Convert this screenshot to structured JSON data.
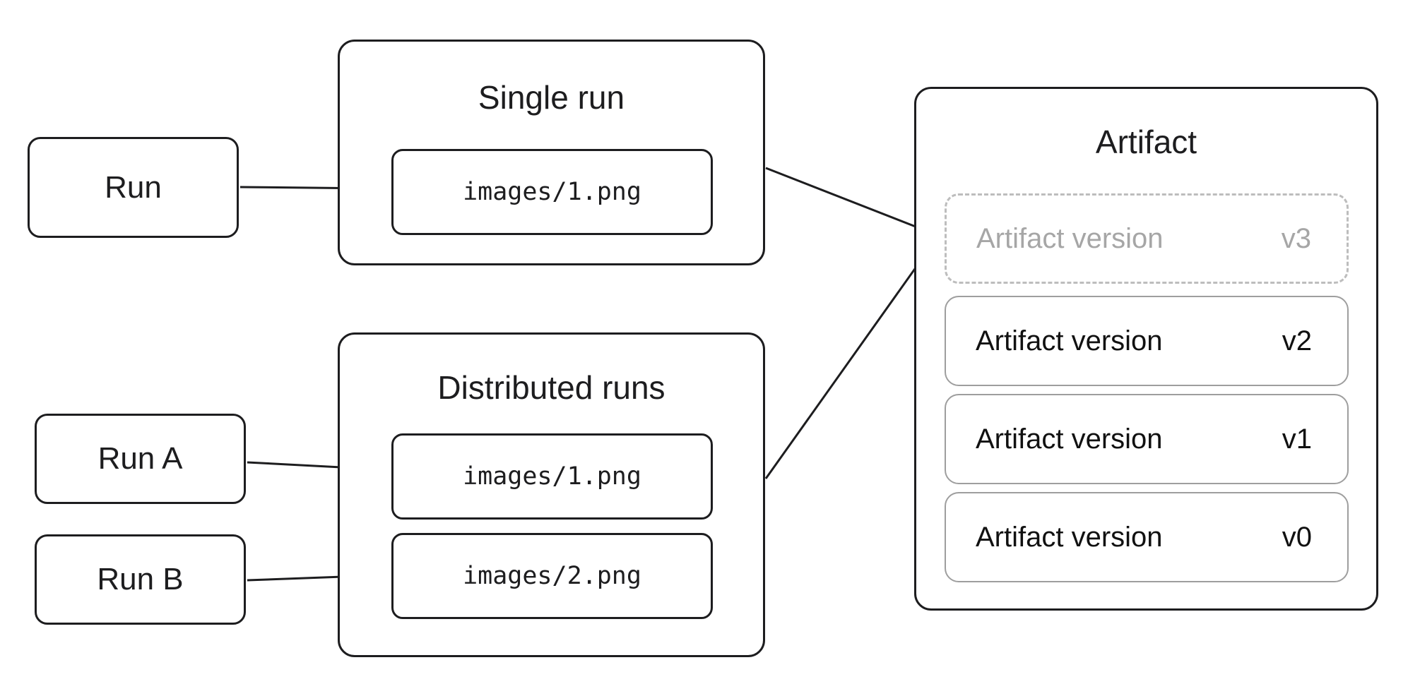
{
  "colors": {
    "ink": "#1d1d1f",
    "muted_text": "#a6a6a6",
    "version_border": "#9e9e9e",
    "pending_border": "#bdbdbd",
    "background": "#ffffff"
  },
  "runs": {
    "run": {
      "label": "Run"
    },
    "run_a": {
      "label": "Run A"
    },
    "run_b": {
      "label": "Run B"
    }
  },
  "single_run": {
    "title": "Single run",
    "file": "images/1.png"
  },
  "distributed_runs": {
    "title": "Distributed runs",
    "files": [
      "images/1.png",
      "images/2.png"
    ]
  },
  "artifact": {
    "title": "Artifact",
    "versions": [
      {
        "label": "Artifact version",
        "version": "v3",
        "state": "pending"
      },
      {
        "label": "Artifact version",
        "version": "v2",
        "state": "committed"
      },
      {
        "label": "Artifact version",
        "version": "v1",
        "state": "committed"
      },
      {
        "label": "Artifact version",
        "version": "v0",
        "state": "committed"
      }
    ]
  },
  "edges": [
    {
      "from": "run",
      "to": "single-run-file"
    },
    {
      "from": "run-a",
      "to": "distributed-file-1"
    },
    {
      "from": "run-b",
      "to": "distributed-file-2"
    },
    {
      "from": "single-run-group",
      "to": "artifact-version-v3"
    },
    {
      "from": "distributed-runs-group",
      "to": "artifact-version-v3"
    }
  ]
}
